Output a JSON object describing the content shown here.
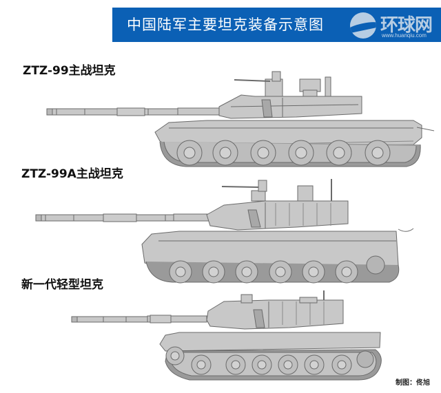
{
  "header": {
    "title": "中国陆军主要坦克装备示意图",
    "background_color": "#0b60b5",
    "logo": {
      "name": "环球网",
      "url_text": "www.huanqiu.com",
      "icon": "globe-eagle-logo-icon"
    }
  },
  "tanks": [
    {
      "label": "ZTZ-99主战坦克",
      "road_wheels": 6
    },
    {
      "label": "ZTZ-99A主战坦克",
      "road_wheels": 6
    },
    {
      "label": "新一代轻型坦克",
      "road_wheels": 6
    }
  ],
  "footer": {
    "credit": "制图：佟旭"
  },
  "colors": {
    "tank_fill": "#c8c8c8",
    "tank_outline": "#6a6a6a",
    "background": "#ffffff"
  }
}
